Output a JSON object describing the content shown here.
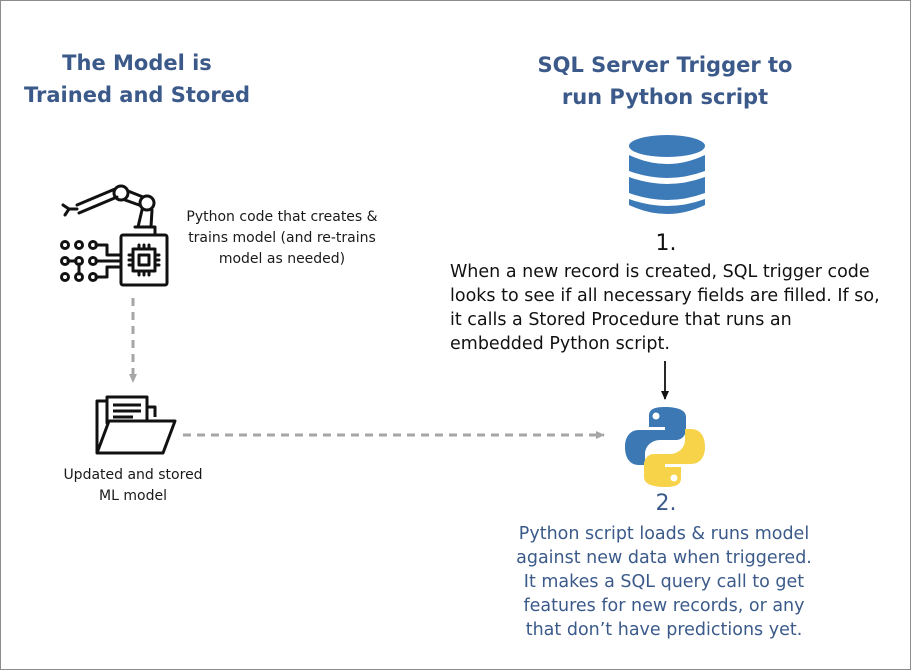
{
  "left": {
    "heading": [
      "The Model is",
      "Trained and Stored"
    ],
    "robot_caption": [
      "Python code that creates &",
      "trains model (and re-trains",
      "model as needed)"
    ],
    "folder_caption": [
      "Updated and stored",
      "ML model"
    ]
  },
  "right": {
    "heading": [
      "SQL Server Trigger to",
      "run Python script"
    ],
    "step1": {
      "number": "1.",
      "lines": [
        "When a new record is created, SQL trigger code",
        "looks to see if all necessary fields are filled. If so,",
        "it calls a Stored Procedure that runs an",
        "embedded Python script."
      ]
    },
    "step2": {
      "number": "2.",
      "lines": [
        "Python script loads & runs model",
        "against new data when triggered.",
        "It makes a SQL query call to get",
        "features for new records, or any",
        "that don’t have predictions yet."
      ]
    }
  },
  "colors": {
    "heading": "#3b5a8a",
    "database": "#3d7ab8",
    "python_blue": "#3b78b4",
    "python_yellow": "#f7d34a",
    "step2_text": "#3b5a8a",
    "connector": "#a6a6a6"
  },
  "icons": [
    "robot-arm-chip-icon",
    "open-folder-icon",
    "database-icon",
    "python-logo-icon"
  ]
}
